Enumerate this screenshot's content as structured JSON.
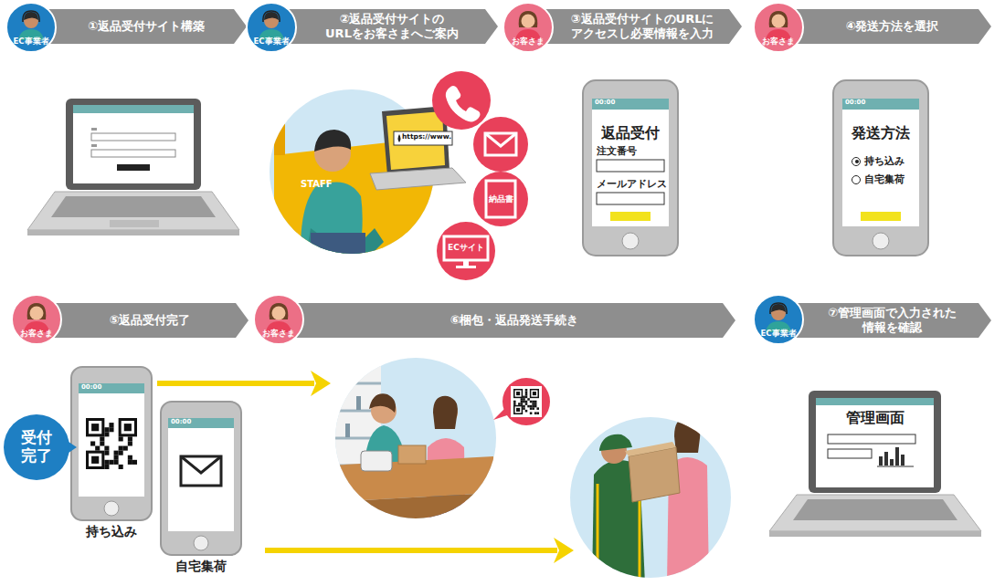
{
  "diagram": {
    "nodes": [
      {
        "text": [
          "EC事業者"
        ]
      },
      {
        "text": [
          "①返品受付サイト構築"
        ]
      },
      {
        "text": [
          "EC事業者"
        ]
      },
      {
        "text": [
          "②返品受付サイトの URLをお客さまへご案内"
        ]
      },
      {
        "text": [
          "お客さま"
        ]
      },
      {
        "text": [
          "③返品受付サイトのURLに アクセスし必要情報を入力"
        ]
      },
      {
        "text": [
          "お客さま"
        ]
      },
      {
        "text": [
          "④発送方法を選択"
        ]
      },
      {
        "text": [
          "納品書"
        ]
      },
      {
        "text": [
          "ECサイト"
        ]
      },
      {
        "text": [
          "返品受付",
          "注文番号",
          "メールアドレス"
        ]
      },
      {
        "text": [
          "発送方法",
          "持ち込み",
          "自宅集荷"
        ]
      },
      {
        "text": [
          "お客さま"
        ]
      },
      {
        "text": [
          "⑤返品受付完了"
        ]
      },
      {
        "text": [
          "お客さま"
        ]
      },
      {
        "text": [
          "⑥梱包・返品発送手続き"
        ]
      },
      {
        "text": [
          "EC事業者"
        ]
      },
      {
        "text": [
          "⑦管理画面で入力された 情報を確認"
        ]
      },
      {
        "text": [
          "持ち込み"
        ]
      },
      {
        "text": [
          "受付完了"
        ]
      },
      {
        "text": [
          "自宅集荷"
        ]
      },
      {
        "text": [
          "管理画面"
        ]
      }
    ],
    "labels": [
      "https://www.",
      "STAFF",
      "00:00",
      "00:00",
      "00:00",
      "00:00"
    ]
  }
}
